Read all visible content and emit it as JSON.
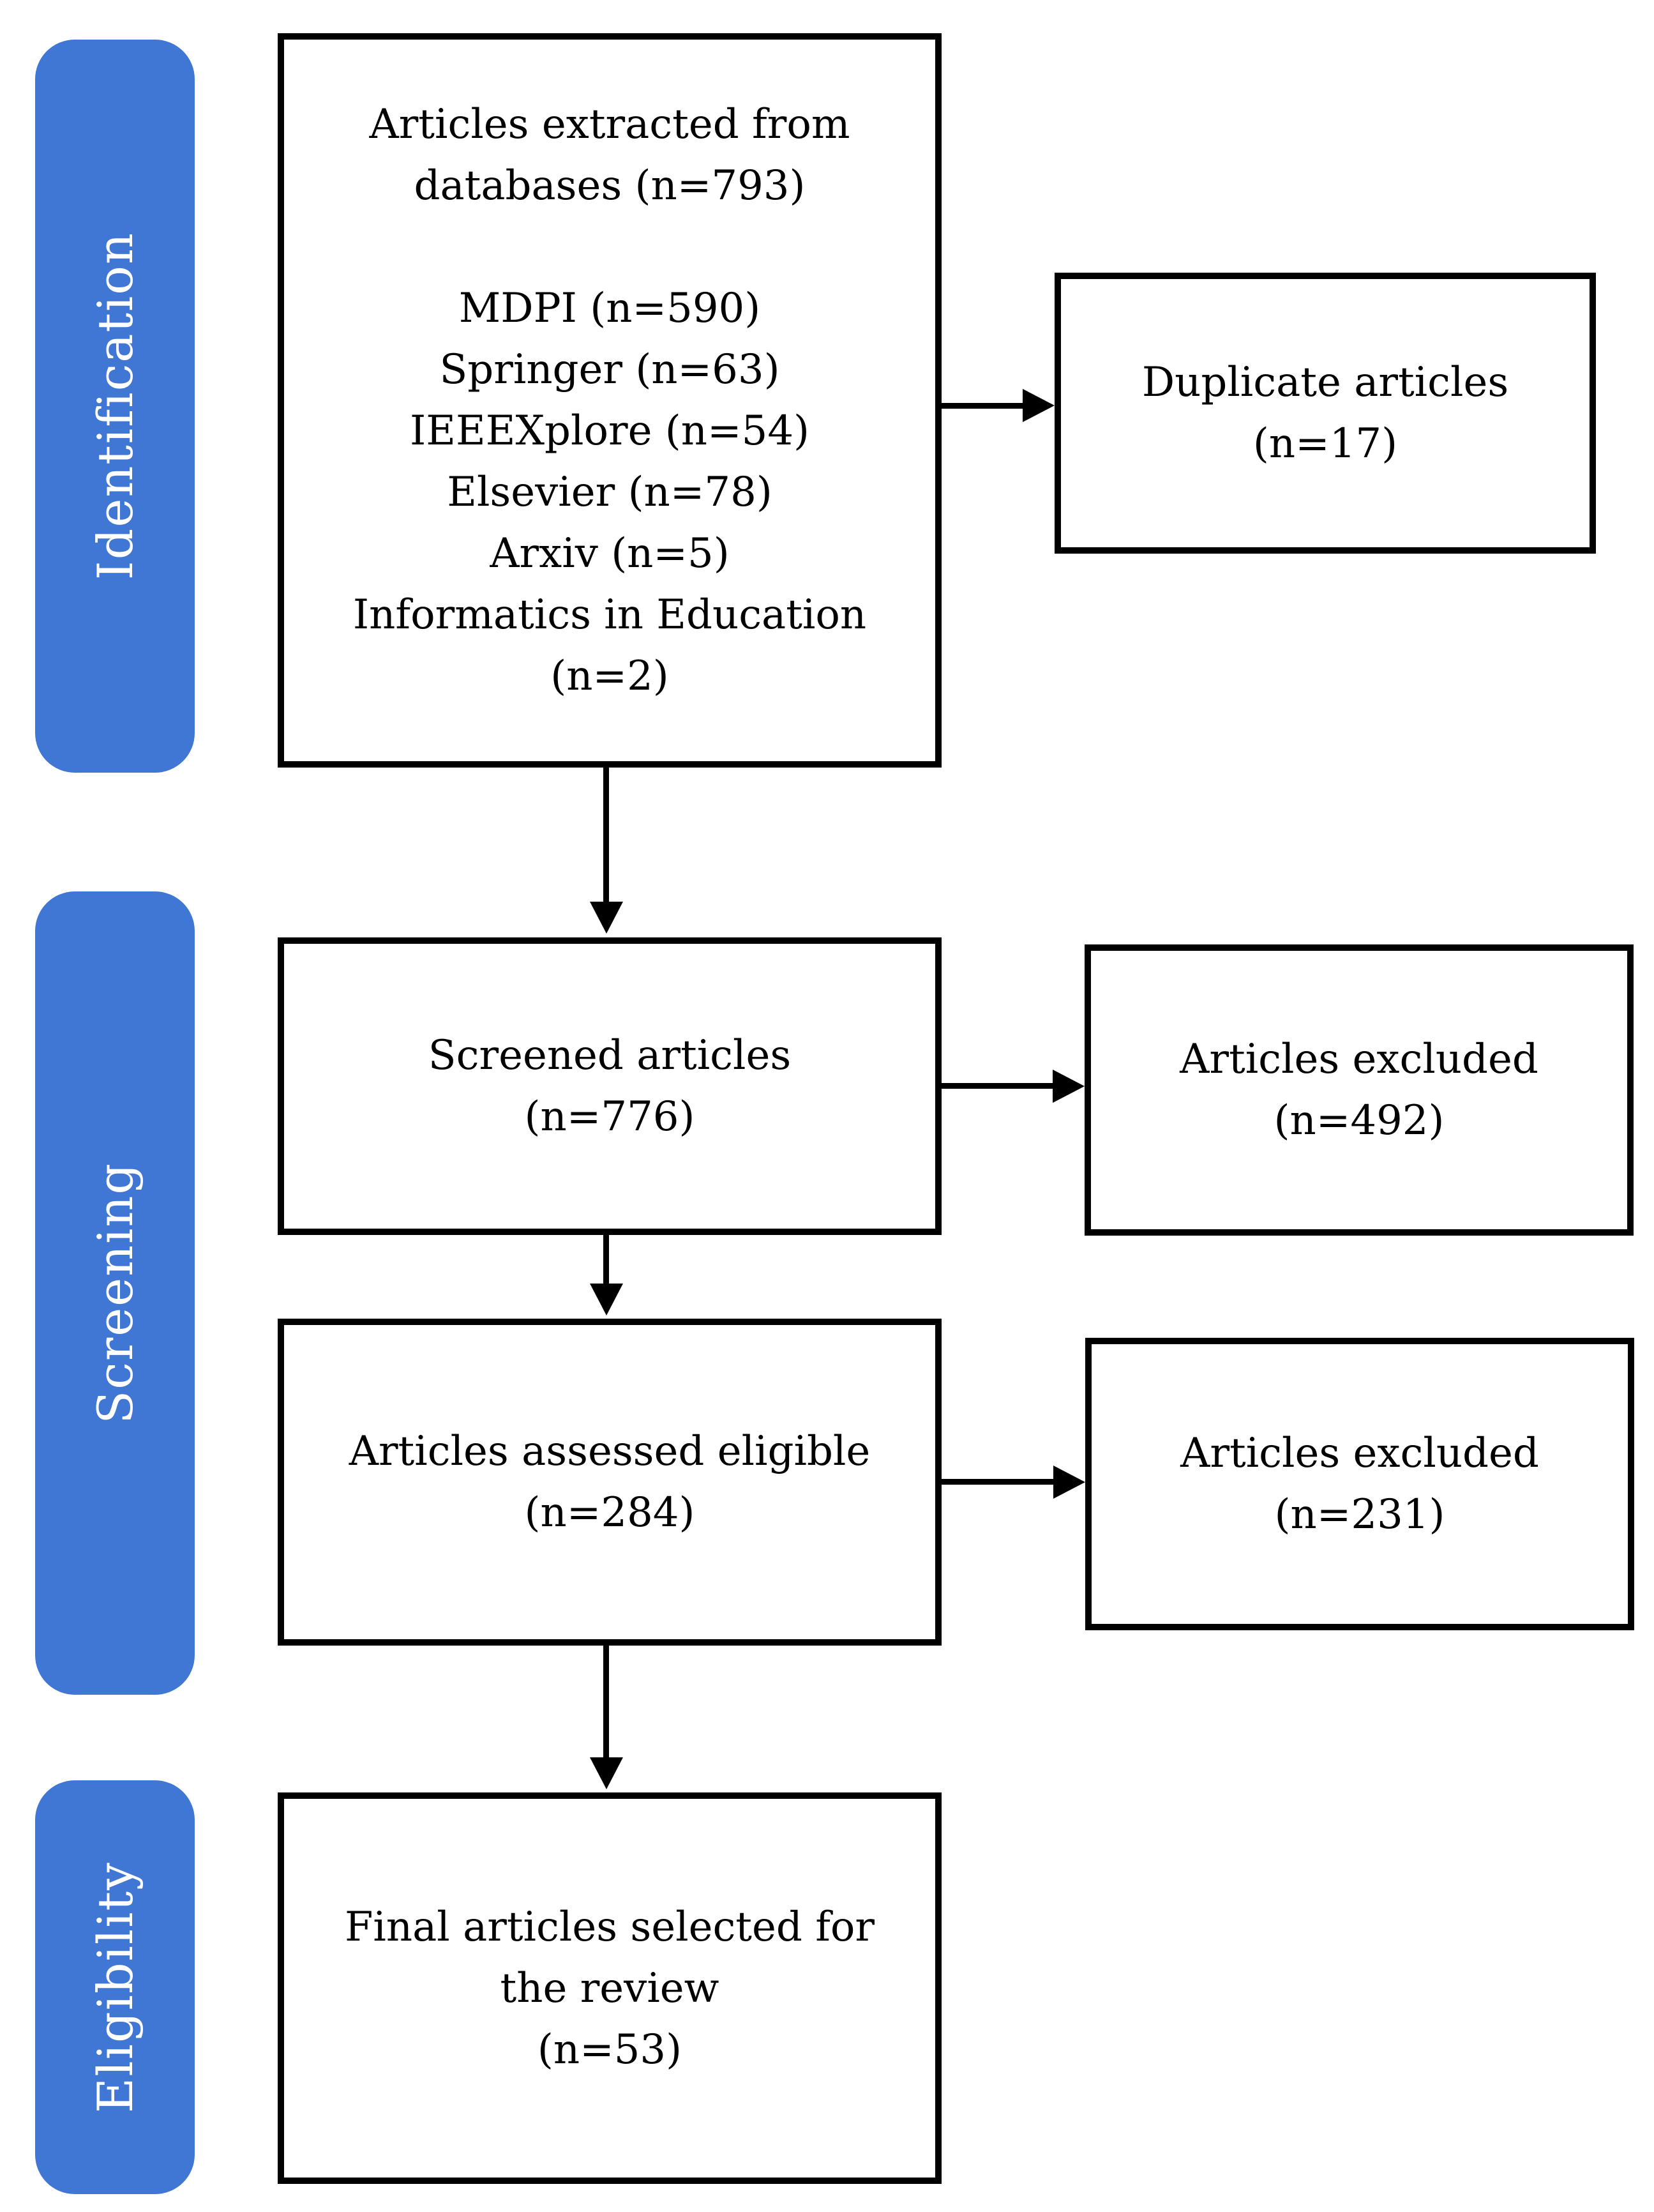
{
  "colors": {
    "stage_fill": "#4076d4",
    "stage_text": "#ffffff",
    "box_border": "#000000",
    "text": "#000000",
    "arrow": "#000000",
    "background": "#ffffff"
  },
  "stages": {
    "identification": {
      "label": "Identification"
    },
    "screening": {
      "label": "Screening"
    },
    "eligibility": {
      "label": "Eligibility"
    }
  },
  "boxes": {
    "extracted": {
      "lines": [
        "Articles extracted from",
        "databases (n=793)",
        "",
        "MDPI (n=590)",
        "Springer (n=63)",
        "IEEEXplore (n=54)",
        "Elsevier (n=78)",
        "Arxiv (n=5)",
        "Informatics in Education",
        "(n=2)"
      ]
    },
    "duplicates": {
      "lines": [
        "Duplicate articles",
        "(n=17)"
      ]
    },
    "screened": {
      "lines": [
        "Screened articles",
        "(n=776)"
      ]
    },
    "excluded_screening": {
      "lines": [
        "Articles excluded",
        "(n=492)"
      ]
    },
    "assessed": {
      "lines": [
        "Articles assessed eligible",
        "(n=284)"
      ]
    },
    "excluded_eligibility": {
      "lines": [
        "Articles excluded",
        "(n=231)"
      ]
    },
    "final": {
      "lines": [
        "Final articles selected for",
        "the review",
        "(n=53)"
      ]
    }
  }
}
